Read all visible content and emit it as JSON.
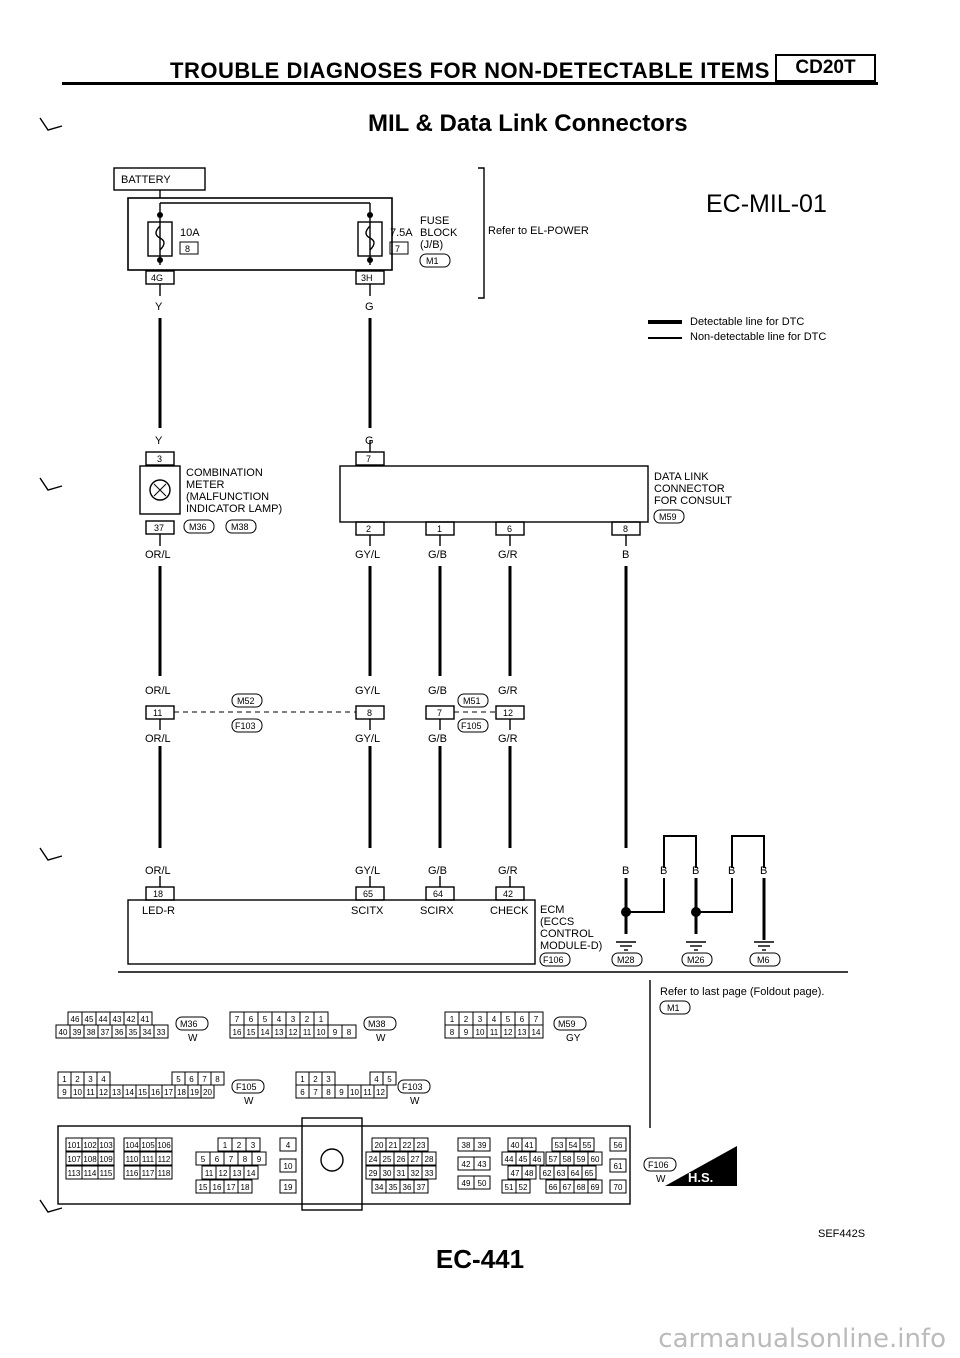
{
  "header": {
    "title": "TROUBLE DIAGNOSES FOR NON-DETECTABLE ITEMS",
    "engine_tag": "CD20T",
    "subtitle": "MIL & Data Link Connectors",
    "diagram_code": "EC-MIL-01"
  },
  "legend": {
    "detectable": "Detectable line for DTC",
    "non_detectable": "Non-detectable line for DTC"
  },
  "power": {
    "battery": "BATTERY",
    "fuse1_rating": "10A",
    "fuse1_num": "8",
    "fuse2_rating": "7.5A",
    "fuse2_num": "7",
    "fuse_block": [
      "FUSE",
      "BLOCK",
      "(J/B)"
    ],
    "fuse_conn": "M1",
    "refer": "Refer to EL-POWER",
    "term1": "4G",
    "term2": "3H"
  },
  "meter": {
    "lines": [
      "COMBINATION",
      "METER",
      "(MALFUNCTION",
      "INDICATOR LAMP)"
    ],
    "conn1": "M36",
    "conn2": "M38",
    "pin_top": "3",
    "pin_bot": "37"
  },
  "dlc": {
    "lines": [
      "DATA LINK",
      "CONNECTOR",
      "FOR CONSULT"
    ],
    "conn": "M59",
    "pins": [
      "7",
      "2",
      "1",
      "6",
      "8"
    ]
  },
  "wires": {
    "y": "Y",
    "g": "G",
    "orl": "OR/L",
    "gyl": "GY/L",
    "gb": "G/B",
    "gr": "G/R",
    "b": "B"
  },
  "joints": {
    "j1_conns": [
      "M52",
      "F103"
    ],
    "j1_pins": [
      "11",
      "8"
    ],
    "j2_conns": [
      "M51",
      "F105"
    ],
    "j2_pins": [
      "7",
      "12"
    ]
  },
  "ecm": {
    "lines": [
      "ECM",
      "(ECCS",
      "CONTROL",
      "MODULE-D)"
    ],
    "conn": "F106",
    "pins": [
      "18",
      "65",
      "64",
      "42"
    ],
    "signals": [
      "LED-R",
      "SCITX",
      "SCIRX",
      "CHECK"
    ]
  },
  "grounds": [
    "M28",
    "M26",
    "M6"
  ],
  "connector_views": {
    "m36": {
      "code": "M36",
      "color": "W",
      "row1": [
        "46",
        "45",
        "44",
        "43",
        "42",
        "41"
      ],
      "row2": [
        "40",
        "39",
        "38",
        "37",
        "36",
        "35",
        "34",
        "33"
      ]
    },
    "m38": {
      "code": "M38",
      "color": "W",
      "row1": [
        "7",
        "6",
        "5",
        "4",
        "3",
        "2",
        "1"
      ],
      "row2": [
        "16",
        "15",
        "14",
        "13",
        "12",
        "11",
        "10",
        "9",
        "8"
      ]
    },
    "m59": {
      "code": "M59",
      "color": "GY",
      "row1": [
        "1",
        "2",
        "3",
        "4",
        "5",
        "6",
        "7"
      ],
      "row2": [
        "8",
        "9",
        "10",
        "11",
        "12",
        "13",
        "14"
      ]
    },
    "f105": {
      "code": "F105",
      "color": "W",
      "row1": [
        "1",
        "2",
        "3",
        "4",
        "5",
        "6",
        "7",
        "8"
      ],
      "row2": [
        "9",
        "10",
        "11",
        "12",
        "13",
        "14",
        "15",
        "16",
        "17",
        "18",
        "19",
        "20"
      ]
    },
    "f103": {
      "code": "F103",
      "color": "W",
      "row1": [
        "1",
        "2",
        "3",
        "4",
        "5"
      ],
      "row2": [
        "6",
        "7",
        "8",
        "9",
        "10",
        "11",
        "12"
      ]
    },
    "f106": {
      "code": "F106",
      "color": "W",
      "left_block": [
        [
          "101",
          "102",
          "103"
        ],
        [
          "107",
          "108",
          "109"
        ],
        [
          "113",
          "114",
          "115"
        ]
      ],
      "left_block2": [
        [
          "104",
          "105",
          "106"
        ],
        [
          "110",
          "111",
          "112"
        ],
        [
          "116",
          "117",
          "118"
        ]
      ],
      "mid": [
        [
          "1",
          "2",
          "3"
        ],
        [
          "5",
          "6",
          "7",
          "8",
          "9"
        ],
        [
          "11",
          "12",
          "13",
          "14"
        ],
        [
          "15",
          "16",
          "17",
          "18"
        ]
      ],
      "col_a": [
        "4",
        "10",
        "19"
      ],
      "block_b": [
        [
          "20",
          "21",
          "22",
          "23"
        ],
        [
          "24",
          "25",
          "26",
          "27",
          "28"
        ],
        [
          "29",
          "30",
          "31",
          "32",
          "33"
        ],
        [
          "34",
          "35",
          "36",
          "37"
        ]
      ],
      "block_c": [
        [
          "38",
          "39"
        ],
        [
          "42",
          "43"
        ],
        [
          "49",
          "50"
        ]
      ],
      "block_d": [
        [
          "40",
          "41"
        ],
        [
          "44",
          "45",
          "46"
        ],
        [
          "47",
          "48"
        ],
        [
          "51",
          "52"
        ]
      ],
      "block_e": [
        [
          "53",
          "54",
          "55"
        ],
        [
          "57",
          "58",
          "59",
          "60"
        ],
        [
          "62",
          "63",
          "64",
          "65"
        ],
        [
          "66",
          "67",
          "68",
          "69"
        ]
      ],
      "col_f": [
        "56",
        "61",
        "70"
      ]
    }
  },
  "foldout": {
    "text": "Refer to last page (Foldout page).",
    "conn": "M1"
  },
  "hs_badge": "H.S.",
  "ref_code": "SEF442S",
  "page_number": "EC-441",
  "watermark": "carmanualsonline.info"
}
